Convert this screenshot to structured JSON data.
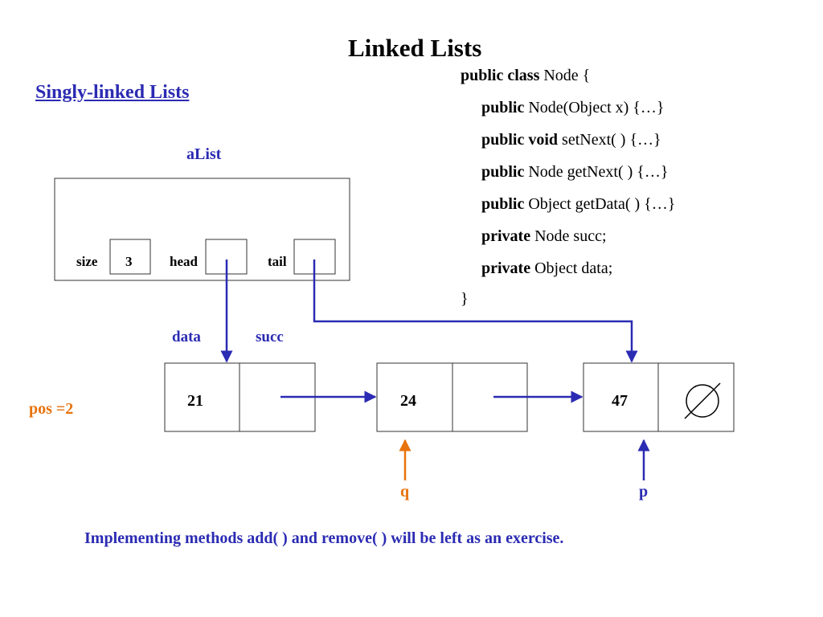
{
  "title": "Linked Lists",
  "subtitle": "Singly-linked Lists",
  "list_object": {
    "name": "aList",
    "fields": [
      {
        "label": "size",
        "value": "3"
      },
      {
        "label": "head",
        "value": ""
      },
      {
        "label": "tail",
        "value": ""
      }
    ]
  },
  "node_field_labels": {
    "data": "data",
    "succ": "succ"
  },
  "nodes": [
    {
      "data": "21"
    },
    {
      "data": "24"
    },
    {
      "data": "47"
    }
  ],
  "pos_label": "pos =2",
  "pointer_labels": {
    "q": "q",
    "p": "p"
  },
  "code": {
    "l1_kw": "public class",
    "l1_rest": " Node {",
    "l2_kw": "public",
    "l2_rest": " Node(Object x) {…}",
    "l3_kw": "public void",
    "l3_rest": " setNext( ) {…}",
    "l4_kw": "public",
    "l4_rest": " Node getNext( ) {…}",
    "l5_kw": "public",
    "l5_rest": " Object getData( ) {…}",
    "l6_kw": "private",
    "l6_rest": " Node succ;",
    "l7_kw": "private",
    "l7_rest": " Object data;",
    "l8": "}"
  },
  "footer": "Implementing methods add( ) and remove( ) will be left as an exercise.",
  "colors": {
    "blue": "#2b2bb3",
    "orange": "#e8720c",
    "black": "#000000"
  }
}
